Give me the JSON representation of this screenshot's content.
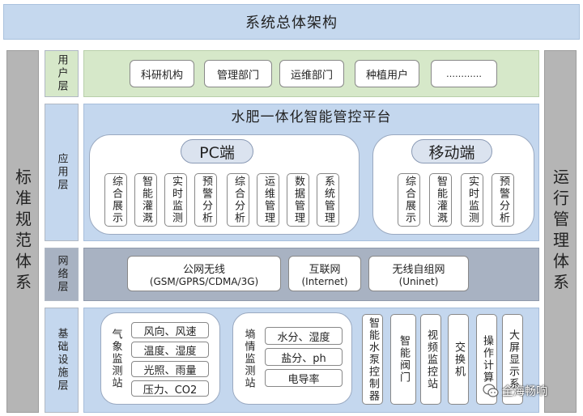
{
  "title": "系统总体架构",
  "left_column": "标准规范体系",
  "right_column": "运行管理体系",
  "user_layer": {
    "label": "用户层",
    "items": [
      "科研机构",
      "管理部门",
      "运维部门",
      "种植用户",
      "…………"
    ]
  },
  "app_layer": {
    "label": "应用层",
    "platform_title": "水肥一体化智能管控平台",
    "pc": {
      "title": "PC端",
      "modules": [
        "综合展示",
        "智能灌溉",
        "实时监测",
        "预警分析",
        "综合分析",
        "运维管理",
        "数据管理",
        "系统管理"
      ]
    },
    "mobile": {
      "title": "移动端",
      "modules": [
        "综合展示",
        "智能灌溉",
        "实时监测",
        "预警分析"
      ]
    }
  },
  "network_layer": {
    "label": "网络层",
    "items": [
      {
        "name": "公网无线",
        "detail": "(GSM/GPRS/CDMA/3G)"
      },
      {
        "name": "互联网",
        "detail": "(Internet)"
      },
      {
        "name": "无线自组网",
        "detail": "(Uninet)"
      }
    ]
  },
  "infra_layer": {
    "label": "基础设施层",
    "weather_station": {
      "title": "气象监测站",
      "sensors": [
        "风向、风速",
        "温度、湿度",
        "光照、雨量",
        "压力、CO2"
      ]
    },
    "soil_station": {
      "title": "墒情监测站",
      "sensors": [
        "水分、湿度",
        "盐分、ph",
        "电导率"
      ]
    },
    "devices": [
      "智能水泵控制器",
      "智能阀门",
      "视频监控站",
      "交换机",
      "操作计算",
      "大屏显示系"
    ]
  },
  "watermark": "全海畅响",
  "colors": {
    "title_bg": "#c5d8ee",
    "user_bg": "#d6e8c9",
    "app_bg": "#c4d7ee",
    "network_bg": "#a8b2c2",
    "infra_bg": "#c4d7ee",
    "side_bg": "#b5b5b5"
  }
}
